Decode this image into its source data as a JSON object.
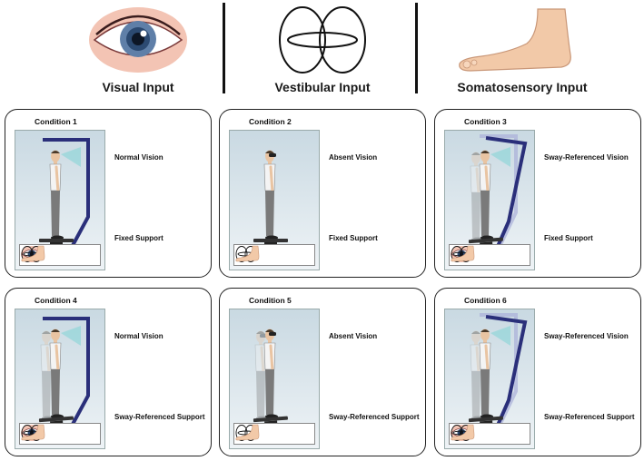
{
  "header": {
    "senses": [
      {
        "label": "Visual Input",
        "icon": "eye-icon"
      },
      {
        "label": "Vestibular Input",
        "icon": "vestibular-icon"
      },
      {
        "label": "Somatosensory Input",
        "icon": "foot-icon"
      }
    ]
  },
  "conditions": [
    {
      "title": "Condition 1",
      "vision": "Normal Vision",
      "support": "Fixed Support",
      "icons": [
        "eye-icon",
        "vestibular-icon",
        "foot-icon"
      ]
    },
    {
      "title": "Condition 2",
      "vision": "Absent Vision",
      "support": "Fixed Support",
      "icons": [
        "vestibular-icon",
        "foot-icon"
      ]
    },
    {
      "title": "Condition 3",
      "vision": "Sway-Referenced Vision",
      "support": "Fixed Support",
      "icons": [
        "eye-icon",
        "vestibular-icon",
        "foot-icon"
      ]
    },
    {
      "title": "Condition 4",
      "vision": "Normal Vision",
      "support": "Sway-Referenced Support",
      "icons": [
        "eye-icon",
        "vestibular-icon",
        "foot-icon"
      ]
    },
    {
      "title": "Condition 5",
      "vision": "Absent Vision",
      "support": "Sway-Referenced Support",
      "icons": [
        "vestibular-icon",
        "foot-icon"
      ]
    },
    {
      "title": "Condition 6",
      "vision": "Sway-Referenced Vision",
      "support": "Sway-Referenced Support",
      "icons": [
        "eye-icon",
        "vestibular-icon",
        "foot-icon"
      ]
    }
  ],
  "colors": {
    "frame": "#2a2f7a",
    "frame_ghost": "#a9afd8",
    "skin": "#e9c4a2",
    "pants": "#7a7a7a",
    "shirt": "#f4f4f4",
    "sight_line": "#7fd3d6",
    "panel_border": "#222222"
  }
}
